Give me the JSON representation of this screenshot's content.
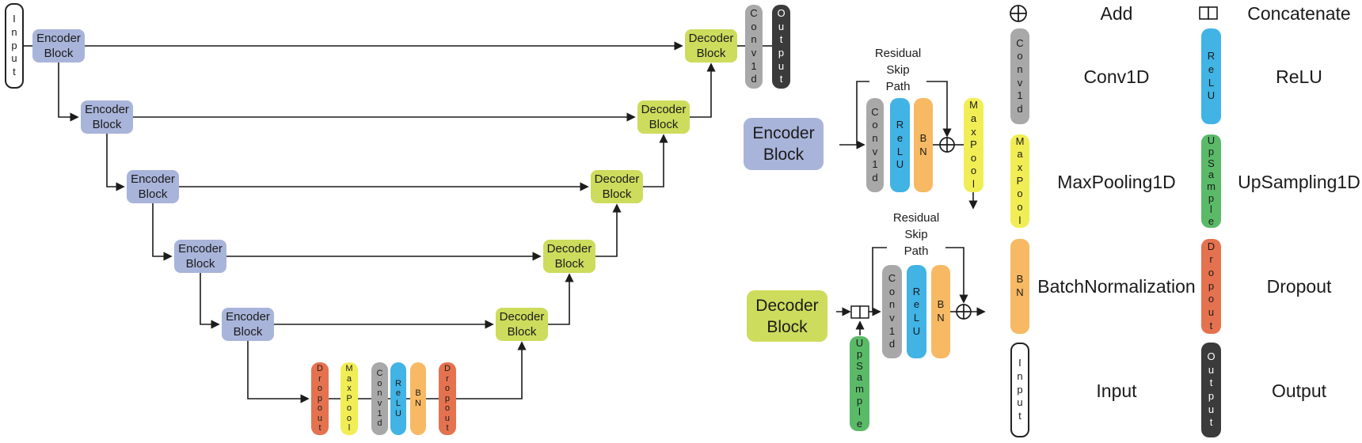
{
  "colors": {
    "encoder_block": "#a9b4da",
    "decoder_block": "#cddc5c",
    "conv1d": "#a8a8a8",
    "relu": "#41b3e4",
    "batchnorm": "#f7b963",
    "maxpool": "#f1ee55",
    "upsample": "#5aba68",
    "dropout": "#e5724f",
    "input_fill": "#ffffff",
    "output_fill": "#3b3b3b",
    "line": "#1c1c1c"
  },
  "blocks": {
    "encoder_label": "Encoder Block",
    "decoder_label": "Decoder Block"
  },
  "bars": {
    "conv": "Conv1d",
    "relu": "ReLU",
    "bn": "BN",
    "maxpool": "MaxPool",
    "upsample": "UpSample",
    "dropout": "Dropout",
    "input": "Input",
    "output": "Output"
  },
  "skip_path": {
    "line1": "Residual",
    "line2": "Skip",
    "line3": "Path"
  },
  "legend": {
    "add": "Add",
    "concatenate": "Concatenate",
    "conv1d": "Conv1D",
    "relu": "ReLU",
    "maxpooling": "MaxPooling1D",
    "upsampling": "UpSampling1D",
    "batchnorm": "BatchNormalization",
    "dropout": "Dropout",
    "input": "Input",
    "output": "Output"
  }
}
